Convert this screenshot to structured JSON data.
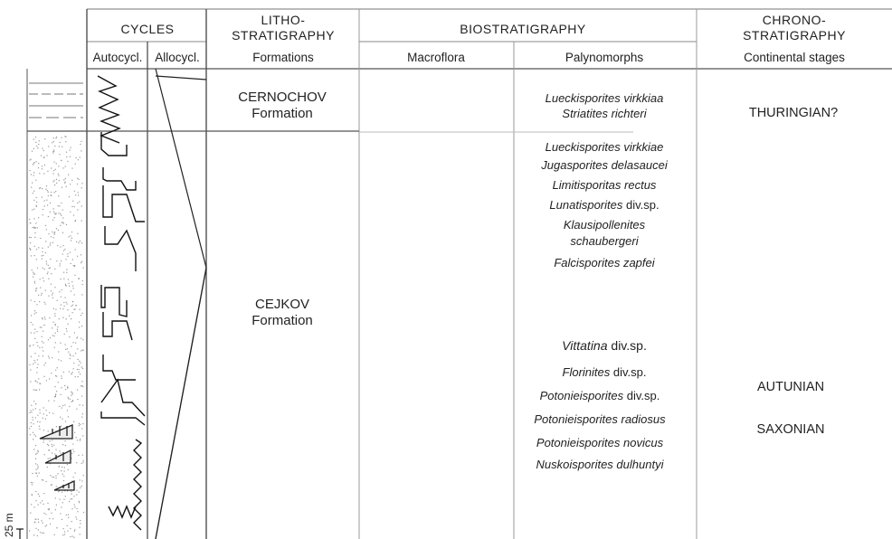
{
  "headers": {
    "cycles": "CYCLES",
    "lithostratigraphy": [
      "LITHO-",
      "STRATIGRAPHY"
    ],
    "biostratigraphy": "BIOSTRATIGRAPHY",
    "chronostratigraphy": [
      "CHRONO-",
      "STRATIGRAPHY"
    ]
  },
  "subheaders": {
    "autocycles": "Autocycl.",
    "allocycles": "Allocycl.",
    "formations": "Formations",
    "macroflora": "Macroflora",
    "palynomorphs": "Palynomorphs",
    "continental_stages": "Continental stages"
  },
  "formations": {
    "cernochov": [
      "CERNOCHOV",
      "Formation"
    ],
    "cejkov": [
      "CEJKOV",
      "Formation"
    ]
  },
  "palynomorphs": {
    "cernochov": [
      {
        "italic": "Lueckisporites virkkiaa",
        "plain": ""
      },
      {
        "italic": "Striatites richteri",
        "plain": ""
      }
    ],
    "cejkov_upper": [
      {
        "italic": "Lueckisporites virkkiae",
        "plain": ""
      },
      {
        "italic": "Jugasporites delasaucei",
        "plain": ""
      },
      {
        "italic": "Limitisporitas rectus",
        "plain": ""
      },
      {
        "italic": "Lunatisporites",
        "plain": " div.sp."
      },
      {
        "italic": "Klausipollenites",
        "plain": ""
      },
      {
        "italic": "schaubergeri",
        "plain": ""
      },
      {
        "italic": "Falcisporites zapfei",
        "plain": ""
      }
    ],
    "cejkov_lower": [
      {
        "italic": "Vittatina",
        "plain": " div.sp."
      },
      {
        "italic": "Florinites",
        "plain": " div.sp."
      },
      {
        "italic": "Potonieisporites",
        "plain": " div.sp."
      },
      {
        "italic": "Potonieisporites radiosus",
        "plain": ""
      },
      {
        "italic": "Potonieisporites novicus",
        "plain": ""
      },
      {
        "italic": "Nuskoisporites dulhuntyi",
        "plain": ""
      }
    ]
  },
  "stages": {
    "thuringian": "THURINGIAN?",
    "autunian": "AUTUNIAN",
    "saxonian": "SAXONIAN"
  },
  "scale_label": "25 m"
}
